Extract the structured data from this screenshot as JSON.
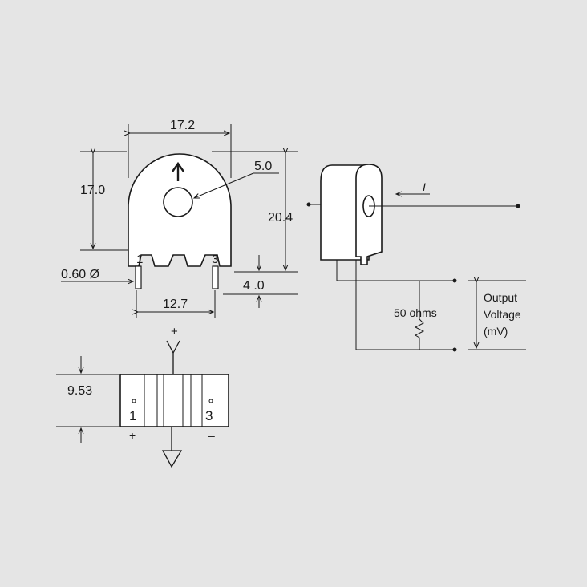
{
  "dimensions": {
    "width": "17.2",
    "height_body": "17.0",
    "hole_diameter": "5.0",
    "height_total": "20.4",
    "pin_diameter": "0.60 Ø",
    "pin_length": "4 .0",
    "pin_spacing": "12.7",
    "thickness": "9.53"
  },
  "pins": {
    "front_pin1": "1",
    "front_pin3": "3",
    "side_pin1": "1",
    "side_pin3": "3",
    "plus_top": "+",
    "plus_bottom": "+",
    "minus_bottom": "–"
  },
  "circuit": {
    "current_label": "I",
    "resistor_label": "50 ohms",
    "output_line1": "Output",
    "output_line2": "Voltage",
    "output_line3": "(mV)"
  }
}
